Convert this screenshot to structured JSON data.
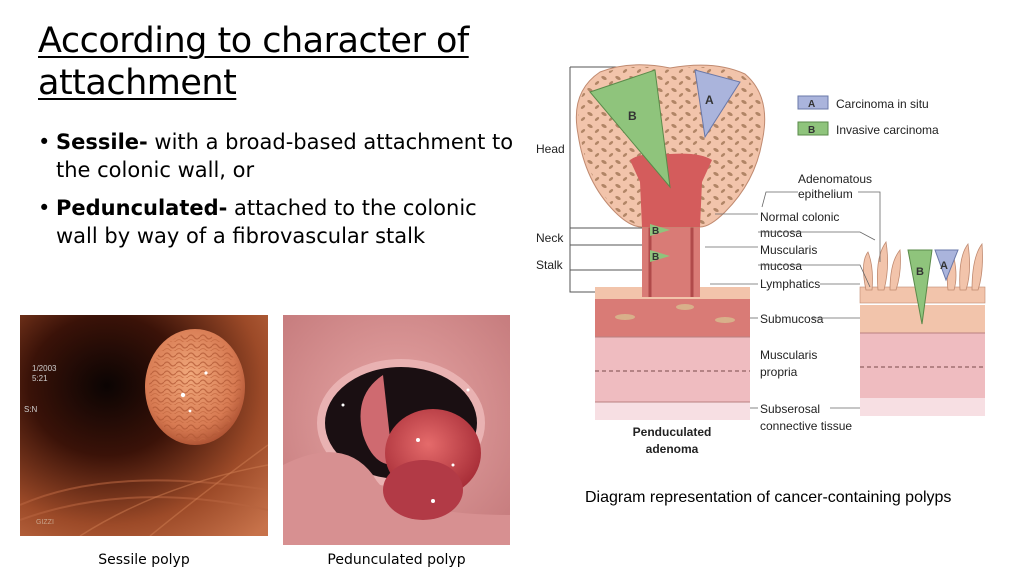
{
  "slide": {
    "title": "According to character of attachment",
    "bullets": [
      {
        "term": "Sessile-",
        "text": " with a broad-based attachment to the colonic wall, or"
      },
      {
        "term": "Pedunculated-",
        "text": " attached to the colonic wall by way of a fibrovascular stalk"
      }
    ]
  },
  "photos": {
    "sessile": {
      "caption": "Sessile polyp",
      "overlay": [
        "1/2003",
        "5:21",
        "S:N",
        "GIZZI"
      ]
    },
    "pedunculated": {
      "caption": "Pedunculated polyp"
    }
  },
  "diagram": {
    "caption": "Diagram representation of cancer-containing polyps",
    "left_labels": [
      "Head",
      "Neck",
      "Stalk"
    ],
    "legend": [
      {
        "key": "A",
        "label": "Carcinoma in situ",
        "color": "#aab4dc"
      },
      {
        "key": "B",
        "label": "Invasive carcinoma",
        "color": "#8fc47c"
      }
    ],
    "labels": {
      "adenomatous": [
        "Adenomatous",
        "epithelium"
      ],
      "normal": [
        "Normal colonic",
        "mucosa"
      ],
      "muscularis_mucosa": [
        "Muscularis",
        "mucosa"
      ],
      "lymphatics": "Lymphatics",
      "submucosa": "Submucosa",
      "muscularis_propria": [
        "Muscularis",
        "propria"
      ],
      "subserosal": [
        "Subserosal",
        "connective tissue"
      ],
      "pedunculated_adenoma": [
        "Penduculated",
        "adenoma"
      ]
    },
    "region_letters": {
      "a": "A",
      "b": "B"
    },
    "colors": {
      "adenoma": "#f2c4ab",
      "submucosa": "#d97b76",
      "propria": "#efbcc0",
      "subserosa": "#f7dfe3"
    }
  }
}
